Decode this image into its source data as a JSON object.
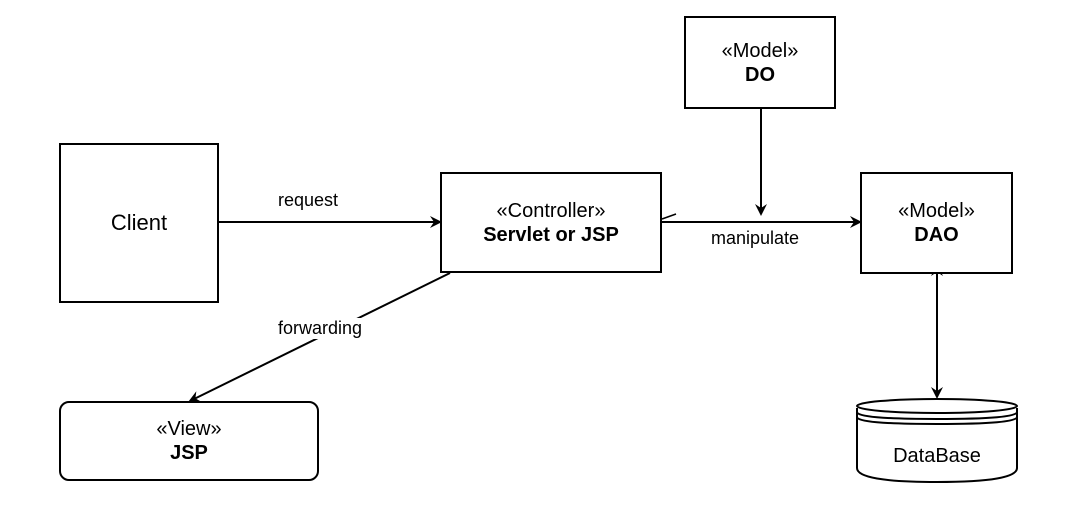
{
  "nodes": {
    "client": {
      "label": "Client"
    },
    "controller": {
      "stereotype": "«Controller»",
      "name": "Servlet or JSP"
    },
    "model_do": {
      "stereotype": "«Model»",
      "name": "DO"
    },
    "model_dao": {
      "stereotype": "«Model»",
      "name": "DAO"
    },
    "view": {
      "stereotype": "«View»",
      "name": "JSP"
    },
    "database": {
      "label": "DataBase"
    }
  },
  "edges": {
    "request": "request",
    "manipulate": "manipulate",
    "forwarding": "forwarding"
  }
}
